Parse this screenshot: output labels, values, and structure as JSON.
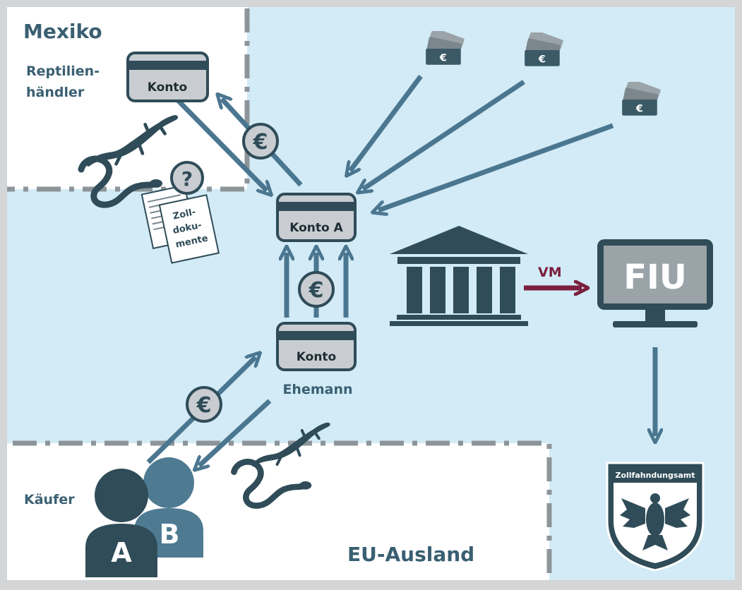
{
  "regions": {
    "mexico": "Mexiko",
    "eu_abroad": "EU-Ausland"
  },
  "actors": {
    "reptile_dealer": "Reptilien-\nhändler",
    "buyers": "Käufer",
    "husband": "Ehemann",
    "buyer_a": "A",
    "buyer_b": "B"
  },
  "accounts": {
    "dealer": "Konto",
    "main": "Konto A",
    "husband": "Konto"
  },
  "documents": {
    "label": "Zoll-\ndoku-\nmente",
    "question": "?"
  },
  "currency_symbol": "€",
  "report": {
    "label": "VM",
    "target": "FIU"
  },
  "authority": "Zollfahndungsamt",
  "colors": {
    "background_outer": "#d4d5d7",
    "background_blue": "#d2ebf6",
    "panel_white": "#ffffff",
    "dark": "#2f4c58",
    "arrow_blue": "#4b7690",
    "report_red": "#7a1f3d",
    "border_dash": "#8e9599"
  },
  "icons": [
    "banknote-stack-icon",
    "euro-coin-icon",
    "bank-icon",
    "monitor-icon",
    "lizard-icon",
    "snake-icon",
    "person-icon",
    "eagle-crest-icon",
    "document-icon"
  ]
}
